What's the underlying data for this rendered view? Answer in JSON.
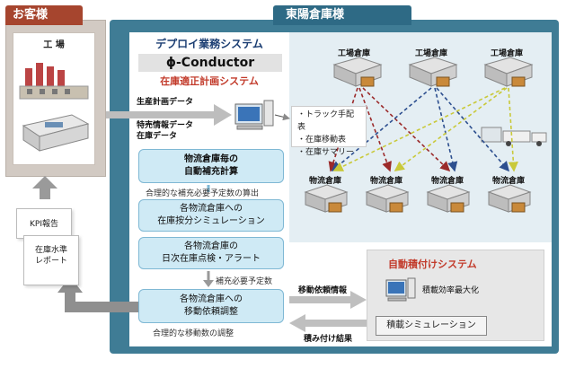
{
  "customer": {
    "header": "お客様",
    "factory": "工 場"
  },
  "company": {
    "header": "東陽倉庫様"
  },
  "system": {
    "title": "デプロイ業務システム",
    "product": "ϕ-Conductor",
    "subtitle": "在庫適正計画システム"
  },
  "inputs": {
    "production_plan": "生産計画データ",
    "replenish_info": "特売情報データ",
    "inventory": "在庫データ"
  },
  "steps": [
    {
      "line1": "物流倉庫毎の",
      "line2": "自動補充計算"
    },
    {
      "line1": "各物流倉庫への",
      "line2": "在庫按分シミュレーション"
    },
    {
      "line1": "各物流倉庫の",
      "line2": "日次在庫点検・アラート"
    },
    {
      "line1": "各物流倉庫への",
      "line2": "移動依頼調整"
    }
  ],
  "notes": {
    "rational_replenish": "合理的な補充必要予定数の算出",
    "replenish_required": "補充必要予定数",
    "rational_move": "合理的な移動数の調整"
  },
  "bubble": {
    "items": [
      "・トラック手配表",
      "・在庫移動表",
      "・在庫サマリー"
    ]
  },
  "factory_warehouses": [
    "工場倉庫",
    "工場倉庫",
    "工場倉庫"
  ],
  "logistics_warehouses": [
    "物流倉庫",
    "物流倉庫",
    "物流倉庫",
    "物流倉庫"
  ],
  "auto_load": {
    "title": "自動積付けシステム",
    "move_request": "移動依頼情報",
    "load_result": "積み付け結果",
    "efficiency": "積載効率最大化",
    "simulation": "積載シミュレーション"
  },
  "kpi": {
    "report": "KPI報告",
    "inventory_report_line1": "在庫水準",
    "inventory_report_line2": "レポート"
  },
  "colors": {
    "customer_header": "#a6452e",
    "company_bg": "#3f7c95",
    "step_fill": "#cfeaf5",
    "accent_red": "#c23a2a",
    "arrow_red": "#9b2a2a",
    "arrow_yellow": "#d8d84a",
    "arrow_blue": "#2d4f8f"
  }
}
